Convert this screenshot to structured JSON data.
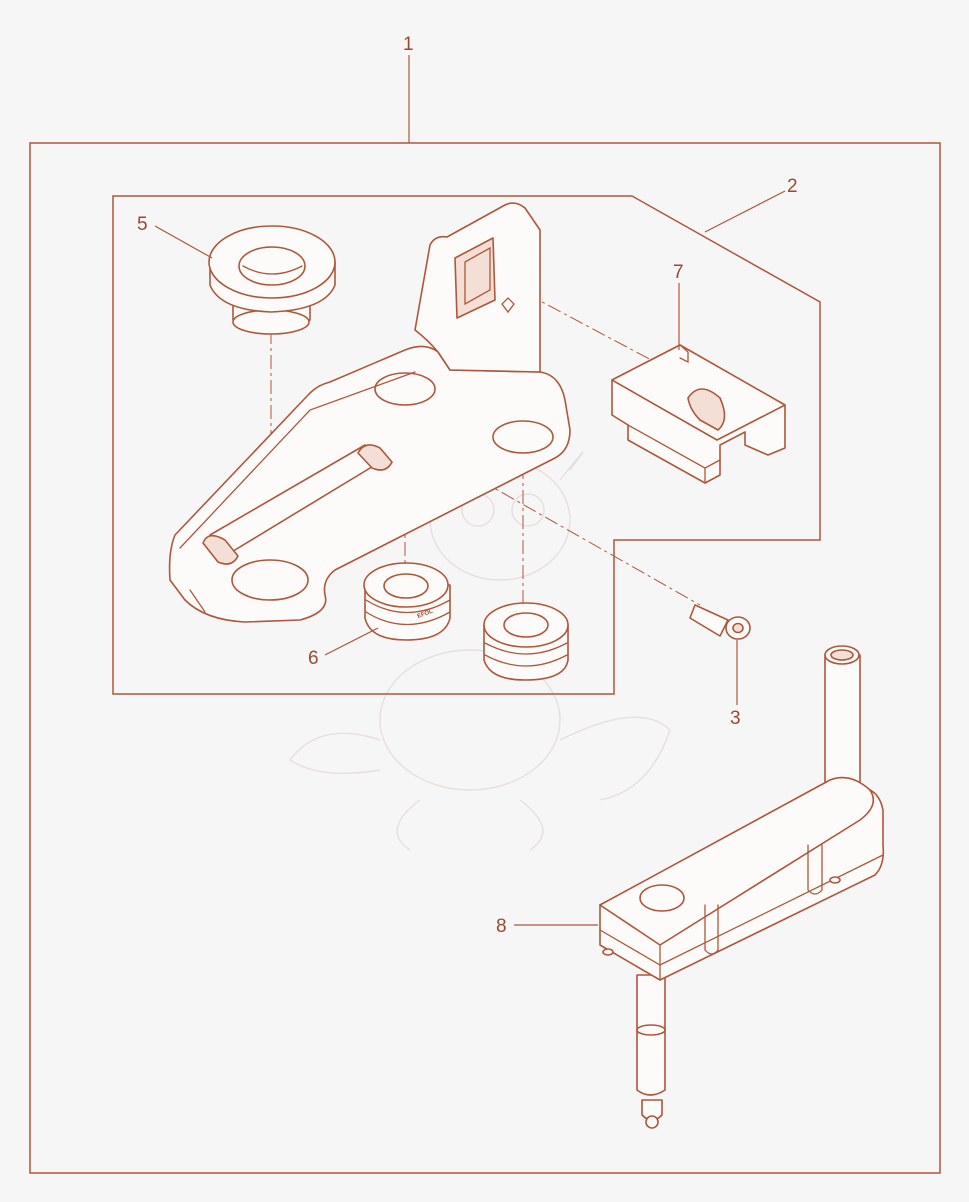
{
  "diagram": {
    "type": "exploded-parts-view",
    "line_color": "#b0563a",
    "label_color": "#9a4a2f",
    "background": "#f7f6f6",
    "callouts": {
      "c1": "1",
      "c2": "2",
      "c3": "3",
      "c5": "5",
      "c6": "6",
      "c7": "7",
      "c8": "8"
    }
  }
}
